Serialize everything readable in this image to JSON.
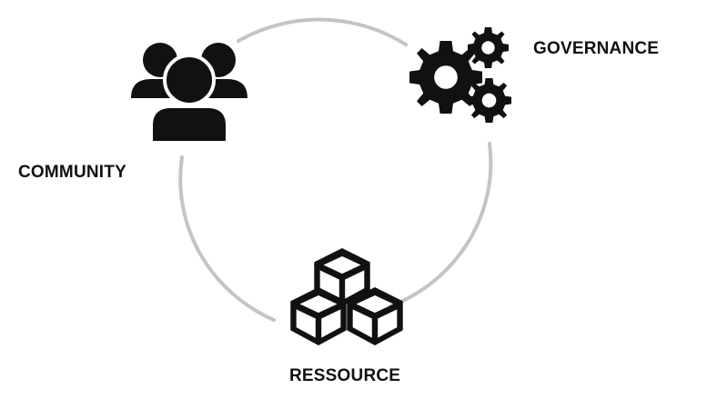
{
  "diagram": {
    "nodes": [
      {
        "id": "community",
        "label": "COMMUNITY",
        "icon": "people-group-icon"
      },
      {
        "id": "governance",
        "label": "GOVERNANCE",
        "icon": "gears-icon"
      },
      {
        "id": "resource",
        "label": "RESSOURCE",
        "icon": "cubes-icon"
      }
    ],
    "colors": {
      "ring": "#c4c4c4",
      "icon": "#111111",
      "text": "#111111",
      "background": "#ffffff"
    }
  }
}
